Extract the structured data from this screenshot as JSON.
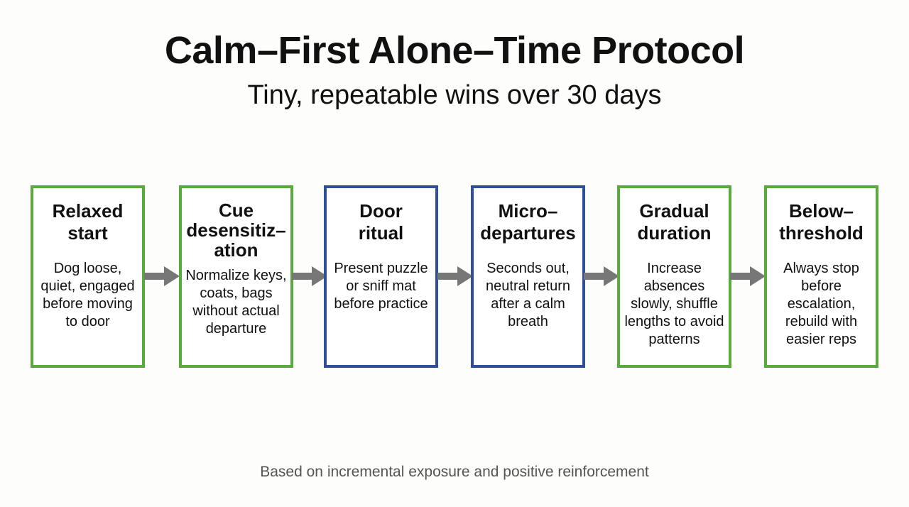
{
  "title": "Calm–First Alone–Time Protocol",
  "subtitle": "Tiny, repeatable wins over 30 days",
  "colors": {
    "green_border": "#5aab3e",
    "blue_border": "#2f4f98",
    "arrow": "#777777"
  },
  "steps": [
    {
      "title": "Relaxed\nstart",
      "description": "Dog loose, quiet, engaged before moving to door",
      "color": "green"
    },
    {
      "title": "Cue\ndesensitiz–\nation",
      "description": "Normalize keys, coats, bags without actual departure",
      "color": "green"
    },
    {
      "title": "Door\nritual",
      "description": "Present puzzle or sniff mat before practice",
      "color": "blue"
    },
    {
      "title": "Micro–\ndepartures",
      "description": "Seconds out, neutral return after a calm breath",
      "color": "blue"
    },
    {
      "title": "Gradual\nduration",
      "description": "Increase absences slowly, shuffle lengths to avoid patterns",
      "color": "green"
    },
    {
      "title": "Below–\nthreshold",
      "description": "Always stop before escalation, rebuild with easier reps",
      "color": "green"
    }
  ],
  "footnote": "Based on incremental exposure and positive reinforcement"
}
